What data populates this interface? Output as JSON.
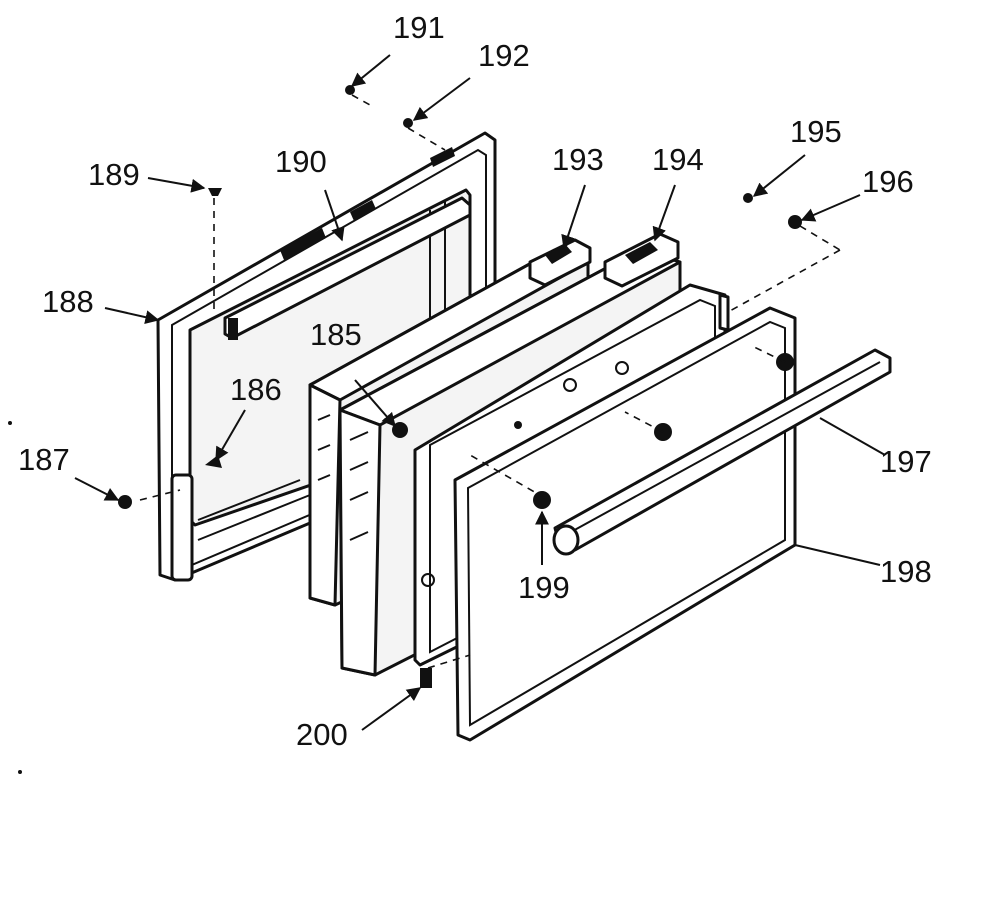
{
  "callouts": {
    "p185": "185",
    "p186": "186",
    "p187": "187",
    "p188": "188",
    "p189": "189",
    "p190": "190",
    "p191": "191",
    "p192": "192",
    "p193": "193",
    "p194": "194",
    "p195": "195",
    "p196": "196",
    "p197": "197",
    "p198": "198",
    "p199": "199",
    "p200": "200"
  },
  "colors": {
    "ink": "#111111",
    "paper": "#ffffff"
  }
}
